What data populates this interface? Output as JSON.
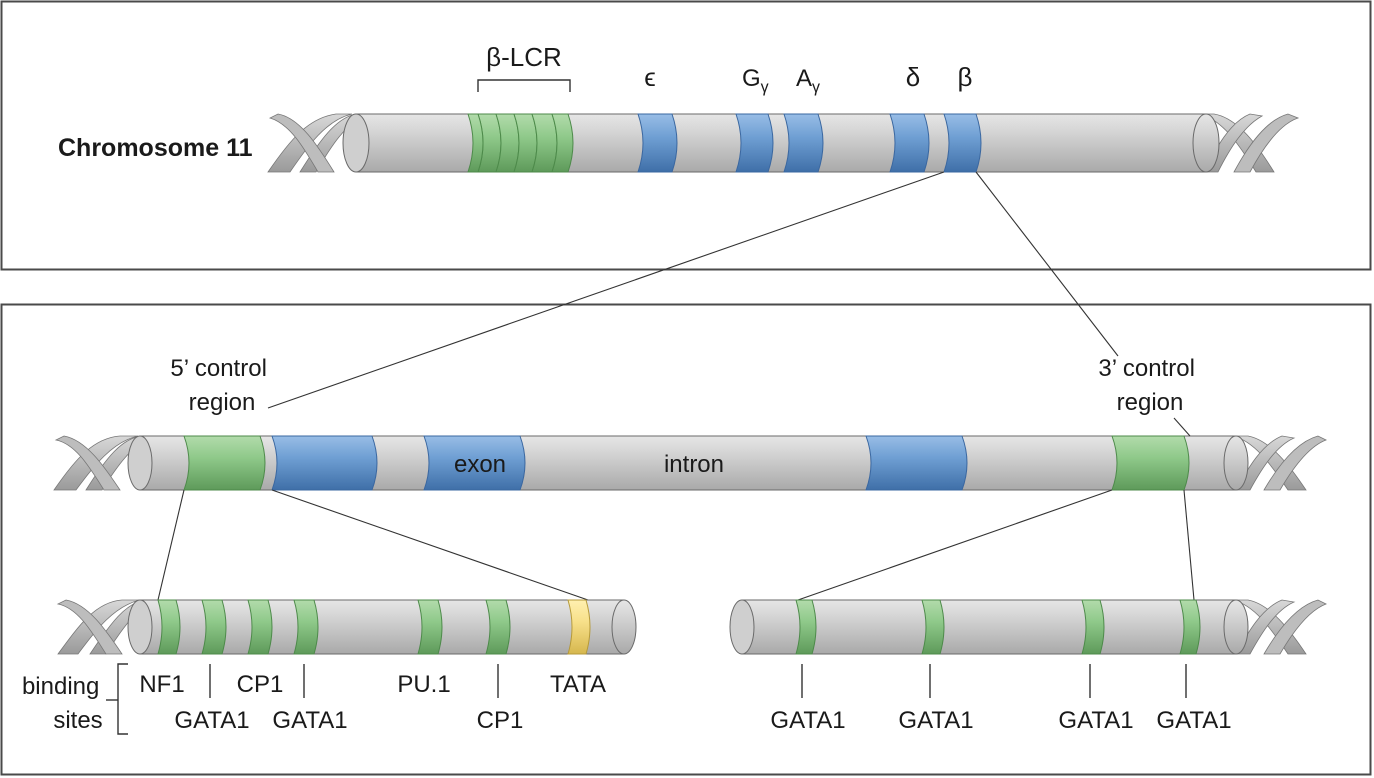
{
  "chromosome": {
    "label": "Chromosome 11",
    "lcr_label": "β-LCR",
    "genes": [
      {
        "symbol": "ϵ",
        "sub": ""
      },
      {
        "symbol": "G",
        "sub": "γ"
      },
      {
        "symbol": "A",
        "sub": "γ"
      },
      {
        "symbol": "δ",
        "sub": ""
      },
      {
        "symbol": "β",
        "sub": ""
      }
    ]
  },
  "gene_detail": {
    "five_prime_label": [
      "5’ control",
      "region"
    ],
    "three_prime_label": [
      "3’ control",
      "region"
    ],
    "exon_label": "exon",
    "intron_label": "intron"
  },
  "binding_sites": {
    "label": [
      "binding",
      "sites"
    ],
    "five_prime_sites_upper": [
      "NF1",
      "CP1",
      "PU.1",
      "TATA"
    ],
    "five_prime_sites_lower": [
      "GATA1",
      "GATA1",
      "CP1"
    ],
    "three_prime_sites": [
      "GATA1",
      "GATA1",
      "GATA1",
      "GATA1"
    ]
  },
  "colors": {
    "lcr_green": "#8fc98a",
    "gene_blue": "#6f9fd3",
    "tata_yellow": "#f7e08a",
    "cylinder_gray": "#cfcfcf"
  }
}
